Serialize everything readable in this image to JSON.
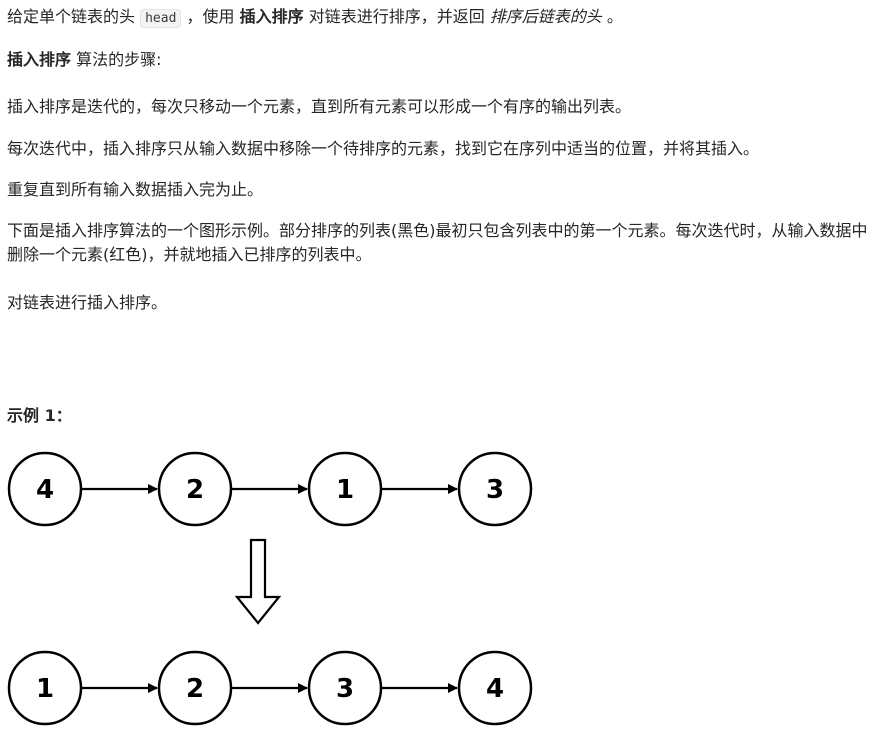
{
  "intro": {
    "part1": "给定单个链表的头 ",
    "code": "head",
    "part2": " ，使用 ",
    "bold": "插入排序",
    "part3": " 对链表进行排序，并返回 ",
    "italic": "排序后链表的头",
    "part4": " 。"
  },
  "steps_heading": {
    "bold": "插入排序",
    "rest": " 算法的步骤:"
  },
  "steps": [
    "插入排序是迭代的，每次只移动一个元素，直到所有元素可以形成一个有序的输出列表。",
    "每次迭代中，插入排序只从输入数据中移除一个待排序的元素，找到它在序列中适当的位置，并将其插入。",
    "重复直到所有输入数据插入完为止。"
  ],
  "illustration_text": "下面是插入排序算法的一个图形示例。部分排序的列表(黑色)最初只包含列表中的第一个元素。每次迭代时，从输入数据中删除一个元素(红色)，并就地插入已排序的列表中。",
  "task_text": "对链表进行插入排序。",
  "example": {
    "title": "示例 1：",
    "input_nodes": [
      "4",
      "2",
      "1",
      "3"
    ],
    "output_nodes": [
      "1",
      "2",
      "3",
      "4"
    ]
  }
}
